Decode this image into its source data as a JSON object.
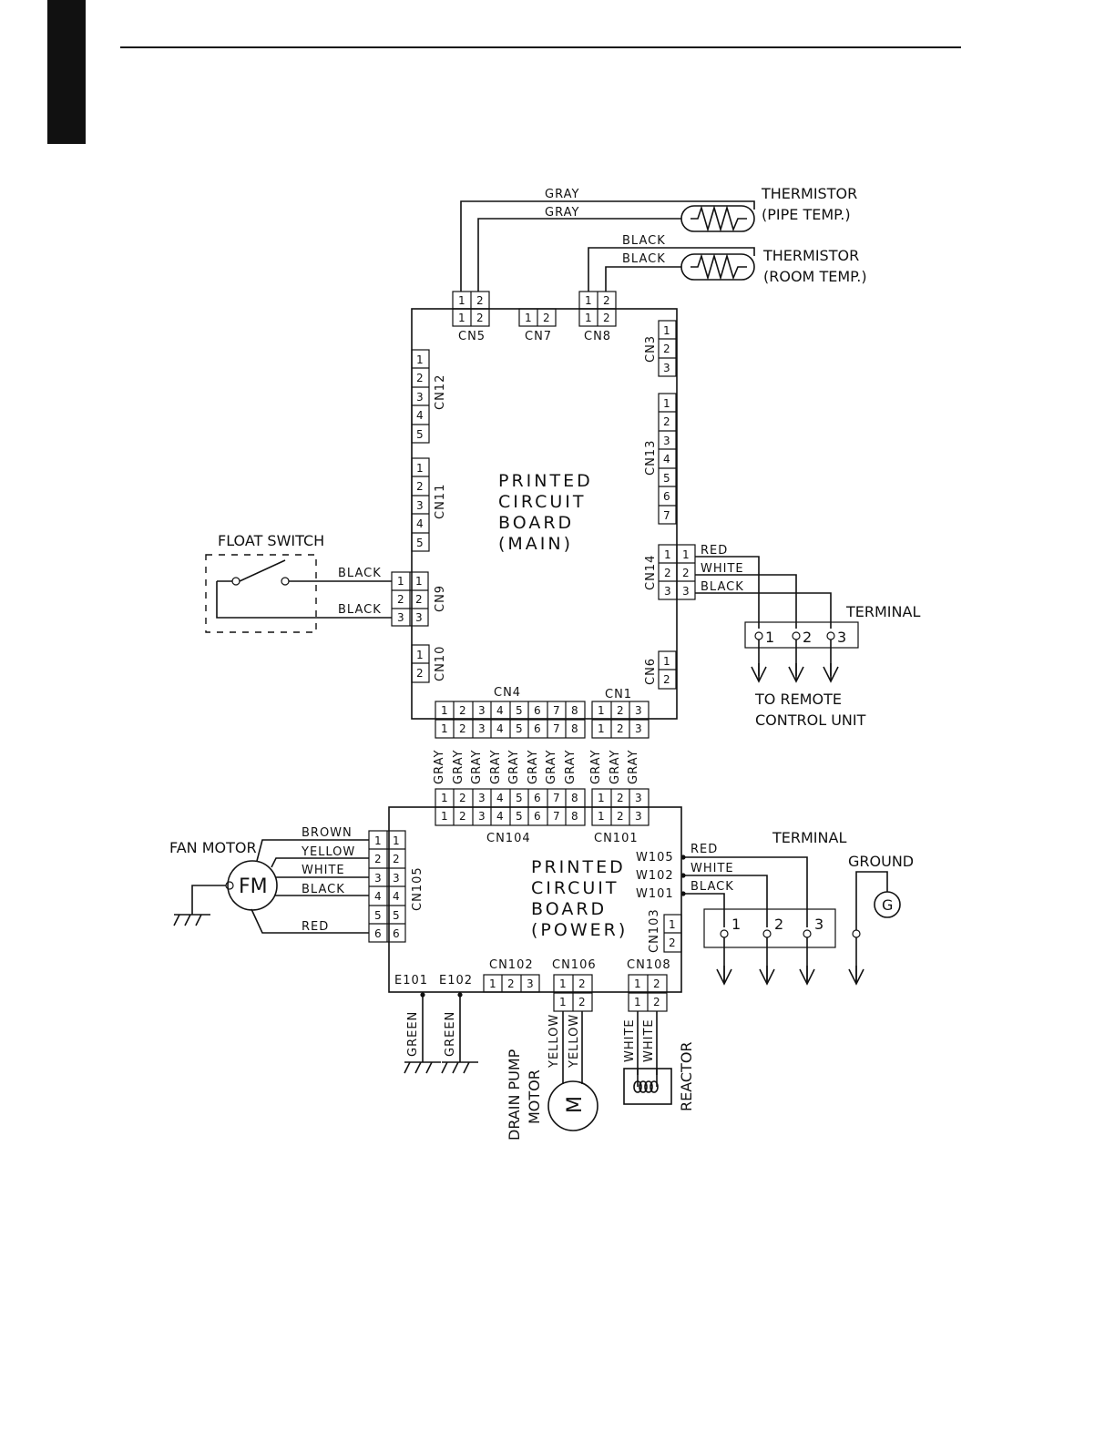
{
  "pcb_main": {
    "title": [
      "PRINTED",
      "CIRCUIT",
      "BOARD",
      "(MAIN)"
    ],
    "cn5": "CN5",
    "cn7": "CN7",
    "cn8": "CN8",
    "cn3": "CN3",
    "cn12": "CN12",
    "cn13": "CN13",
    "cn11": "CN11",
    "cn14": "CN14",
    "cn9": "CN9",
    "cn10": "CN10",
    "cn6": "CN6",
    "cn4": "CN4",
    "cn1": "CN1"
  },
  "thermistor_pipe": {
    "label": "THERMISTOR",
    "sub": "(PIPE TEMP.)",
    "wire_outer": "GRAY",
    "wire_inner": "GRAY"
  },
  "thermistor_room": {
    "label": "THERMISTOR",
    "sub": "(ROOM TEMP.)",
    "wire_outer": "BLACK",
    "wire_inner": "BLACK"
  },
  "float_switch": {
    "label": "FLOAT SWITCH",
    "wire1": "BLACK",
    "wire3": "BLACK"
  },
  "cn14_wires": [
    "RED",
    "WHITE",
    "BLACK"
  ],
  "terminal_remote": {
    "label": "TERMINAL",
    "pins": [
      "1",
      "2",
      "3"
    ],
    "dest_line1": "TO REMOTE",
    "dest_line2": "CONTROL UNIT"
  },
  "ribbon_wire": "GRAY",
  "pcb_power": {
    "title": [
      "PRINTED",
      "CIRCUIT",
      "BOARD",
      "(POWER)"
    ],
    "cn104": "CN104",
    "cn101": "CN101",
    "cn105": "CN105",
    "cn103": "CN103",
    "cn102": "CN102",
    "cn106": "CN106",
    "cn108": "CN108",
    "e101": "E101",
    "e102": "E102",
    "w105": "W105",
    "w102": "W102",
    "w101": "W101"
  },
  "fan_motor": {
    "label": "FAN MOTOR",
    "symbol": "FM",
    "wires": [
      "BROWN",
      "YELLOW",
      "WHITE",
      "BLACK",
      "RED"
    ]
  },
  "power_wires": [
    "RED",
    "WHITE",
    "BLACK"
  ],
  "terminal_power": {
    "label": "TERMINAL",
    "pins": [
      "1",
      "2",
      "3"
    ]
  },
  "ground": {
    "label": "GROUND",
    "symbol": "G"
  },
  "green_wire": "GREEN",
  "drain_pump": {
    "label_line1": "DRAIN PUMP",
    "label_line2": "MOTOR",
    "symbol": "M",
    "wire": "YELLOW"
  },
  "reactor": {
    "label": "REACTOR",
    "wire": "WHITE"
  }
}
